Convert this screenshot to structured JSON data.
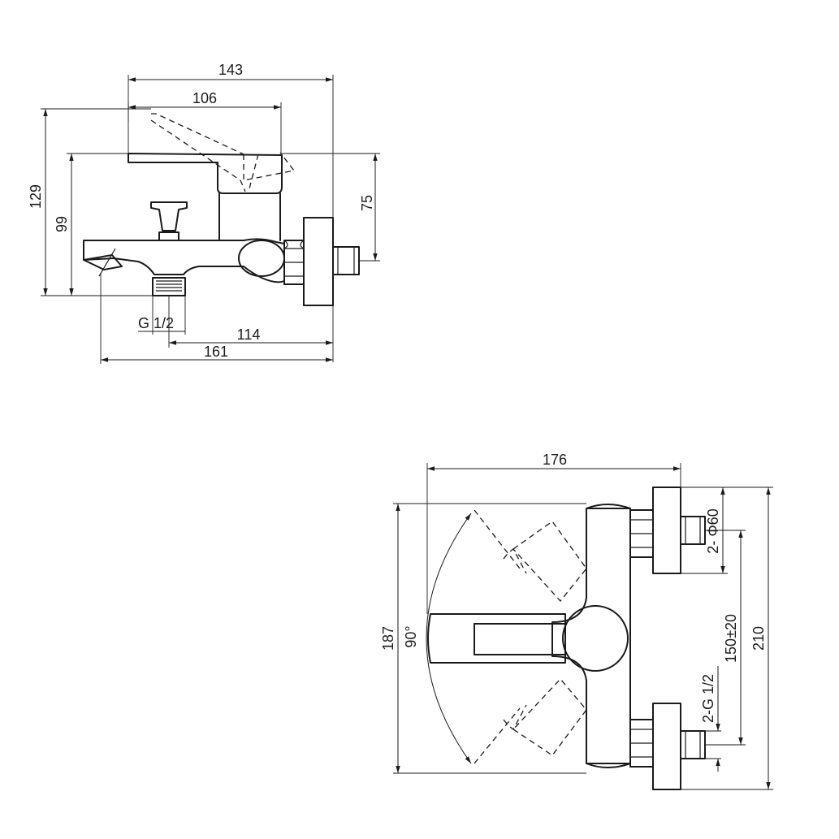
{
  "side_view": {
    "dim_overall_width": "143",
    "dim_lever_width": "106",
    "dim_height_total": "129",
    "dim_height_body": "99",
    "dim_lever_height": "75",
    "dim_outlet_thread": "G 1/2",
    "dim_outlet_offset": "114",
    "dim_total_depth": "161"
  },
  "top_view": {
    "dim_width": "176",
    "dim_height": "187",
    "dim_rotation": "90°",
    "dim_flange": "2- Φ60",
    "dim_centres": "150±20",
    "dim_total": "210",
    "dim_inlet_thread": "2-G 1/2"
  }
}
